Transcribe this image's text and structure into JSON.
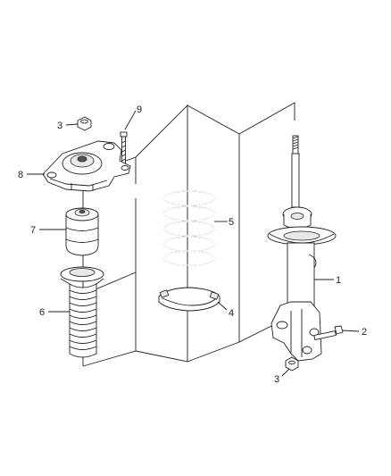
{
  "callouts": {
    "upper_nut": "3",
    "mount_bolt": "9",
    "upper_mount": "8",
    "jounce_bumper": "7",
    "dust_boot": "6",
    "coil_spring": "5",
    "spring_isolator": "4",
    "strut_assembly": "1",
    "lower_bolt": "2",
    "lower_nut": "3"
  },
  "colors": {
    "line": "#222222",
    "background": "#ffffff",
    "shade": "#e8e8e8"
  }
}
